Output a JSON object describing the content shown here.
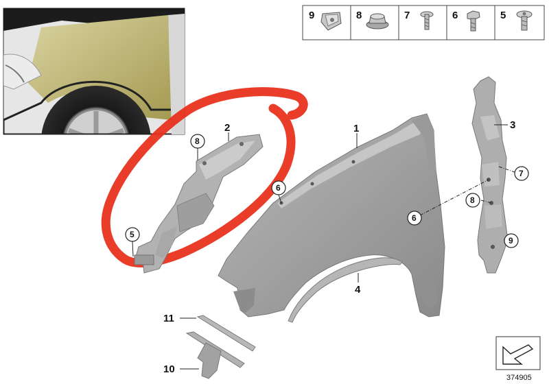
{
  "diagram_id": "374905",
  "legend_parts": [
    "9",
    "8",
    "7",
    "6",
    "5"
  ],
  "callouts": {
    "p1": "1",
    "p2": "2",
    "p3": "3",
    "p4": "4",
    "p10": "10",
    "p11": "11",
    "c5": "5",
    "c6a": "6",
    "c6b": "6",
    "c7": "7",
    "c8a": "8",
    "c8b": "8",
    "c9": "9"
  },
  "colors": {
    "highlight": "#e8321e",
    "part": "#a6a6a6",
    "inset_panel": "#c9c27a"
  },
  "icons": [
    "clip-nut-icon",
    "flange-nut-icon",
    "screw-icon",
    "hex-bolt-icon",
    "torx-screw-icon",
    "arrow-icon"
  ]
}
